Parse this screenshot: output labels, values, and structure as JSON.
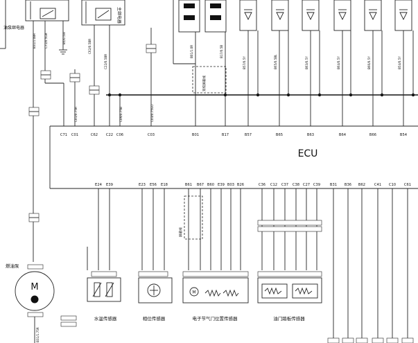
{
  "ecu": {
    "label": "ECU"
  },
  "top_pins": [
    "C71",
    "C01",
    "C62",
    "C22",
    "C06",
    "C03",
    "B01",
    "B17",
    "B57",
    "B65",
    "B63",
    "B64",
    "B66",
    "B54"
  ],
  "bottom_pins": [
    "E24",
    "E39",
    "E23",
    "E56",
    "E18",
    "B61",
    "B67",
    "B60",
    "E39",
    "B03",
    "B26",
    "C36",
    "C12",
    "C37",
    "C38",
    "C27",
    "C39",
    "B31",
    "B36",
    "B62",
    "C41",
    "C10",
    "C61"
  ],
  "left_labels": {
    "pump_relay": "油泵继电器",
    "main_relay": "主继电器",
    "fuel_pump": "燃油泵",
    "motor": "M"
  },
  "wire_labels": {
    "relay_a": "B31/1.0BR",
    "relay_b": "C71/0.5GR",
    "relay_c": "B5/0.5W",
    "main_relay": "C62/0.5BR",
    "c22": "C22/0.5BR",
    "c01": "C01/0.75R",
    "c06": "C06/0.75B",
    "c03": "C03/0.75GO",
    "b01": "B01/1.0R",
    "b17": "B17/0.5B",
    "b57": "B57/0.5Y",
    "b65": "B65/0.5BL",
    "b63": "B63/0.5Y",
    "b64": "B64/0.5Y",
    "b66": "B66/0.5Y",
    "b54": "B54/0.5Y",
    "pump_wire": "B31/1.75R",
    "twisted": "双绞屏蔽线",
    "shield": "屏蔽线"
  },
  "sensor_labels": {
    "coolant": "水温传感器",
    "cam": "相位传感器",
    "throttle": "电子节气门位置传感器",
    "pedal": "油门踏板传感器"
  },
  "colors": {
    "line": "#222222",
    "bus": "#111111",
    "background": "#ffffff"
  }
}
